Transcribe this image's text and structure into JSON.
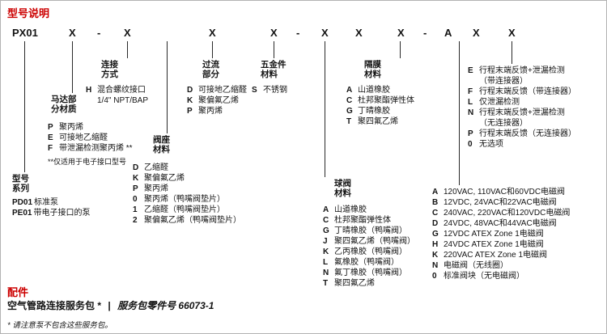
{
  "title": "型号说明",
  "colors": {
    "accent": "#cc0000",
    "text": "#141414",
    "line": "#2a2a2a"
  },
  "model_code": {
    "tokens": [
      "PX01",
      "X",
      "-",
      "X",
      "X",
      "X",
      "-",
      "X",
      "X",
      "X",
      "-",
      "A",
      "X",
      "X"
    ]
  },
  "sections": {
    "model_series": {
      "label_lines": [
        "型号",
        "系列"
      ],
      "items": [
        {
          "code": "PD01",
          "text": "标准泵"
        },
        {
          "code": "PE01",
          "text": "带电子接口的泵"
        }
      ]
    },
    "motor_material": {
      "label_lines": [
        "马达部",
        "分材质"
      ],
      "items": [
        {
          "code": "P",
          "text": "聚丙烯"
        },
        {
          "code": "E",
          "text": "可接地乙缩醛"
        },
        {
          "code": "F",
          "text": "带泄漏检测聚丙烯 **"
        }
      ],
      "footnote": "**仅适用于电子接口型号"
    },
    "connection": {
      "label_lines": [
        "连接",
        "方式"
      ],
      "items": [
        {
          "code": "H",
          "text": "混合螺纹接口",
          "text2": "1/4\" NPT/BAP"
        }
      ]
    },
    "wetted": {
      "label_lines": [
        "过流",
        "部分"
      ],
      "items": [
        {
          "code": "D",
          "text": "可接地乙缩醛"
        },
        {
          "code": "K",
          "text": "聚偏氟乙烯"
        },
        {
          "code": "P",
          "text": "聚丙烯"
        }
      ]
    },
    "hardware": {
      "label_lines": [
        "五金件",
        "材料"
      ],
      "items": [
        {
          "code": "S",
          "text": "不锈钢"
        }
      ]
    },
    "seat": {
      "label_lines": [
        "阀座",
        "材料"
      ],
      "items": [
        {
          "code": "D",
          "text": "乙缩醛"
        },
        {
          "code": "K",
          "text": "聚偏氟乙烯"
        },
        {
          "code": "P",
          "text": "聚丙烯"
        },
        {
          "code": "0",
          "text": "聚丙烯（鸭嘴阀垫片）"
        },
        {
          "code": "1",
          "text": "乙缩醛（鸭嘴阀垫片）"
        },
        {
          "code": "2",
          "text": "聚偏氟乙烯（鸭嘴阀垫片）"
        }
      ]
    },
    "diaphragm": {
      "label_lines": [
        "隔膜",
        "材料"
      ],
      "items": [
        {
          "code": "A",
          "text": "山道橡胶"
        },
        {
          "code": "C",
          "text": "杜邦聚酯弹性体"
        },
        {
          "code": "G",
          "text": "丁晴橡胶"
        },
        {
          "code": "T",
          "text": "聚四氟乙烯"
        }
      ]
    },
    "ball": {
      "label_lines": [
        "球阀",
        "材料"
      ],
      "items": [
        {
          "code": "A",
          "text": "山道橡胶"
        },
        {
          "code": "C",
          "text": "杜邦聚酯弹性体"
        },
        {
          "code": "G",
          "text": "丁晴橡胶（鸭嘴阀）"
        },
        {
          "code": "J",
          "text": "聚四氟乙烯（鸭嘴阀）"
        },
        {
          "code": "K",
          "text": "乙丙橡胶（鸭嘴阀）"
        },
        {
          "code": "L",
          "text": "氟橡胶（鸭嘴阀）"
        },
        {
          "code": "N",
          "text": "氟丁橡胶（鸭嘴阀）"
        },
        {
          "code": "T",
          "text": "聚四氟乙烯"
        }
      ]
    },
    "electronic_option": {
      "items": [
        {
          "code": "E",
          "text": "行程末端反馈+泄漏检测",
          "text2": "（带连接器）"
        },
        {
          "code": "F",
          "text": "行程末端反馈（带连接器）"
        },
        {
          "code": "L",
          "text": "仅泄漏检测"
        },
        {
          "code": "N",
          "text": "行程末端反馈+泄漏检测",
          "text2": "（无连接器）"
        },
        {
          "code": "P",
          "text": "行程末端反馈（无连接器）"
        },
        {
          "code": "0",
          "text": "无选项"
        }
      ]
    },
    "solenoid": {
      "items": [
        {
          "code": "A",
          "text": "120VAC, 110VAC和60VDC电磁阀"
        },
        {
          "code": "B",
          "text": "12VDC, 24VAC和22VAC电磁阀"
        },
        {
          "code": "C",
          "text": "240VAC, 220VAC和120VDC电磁阀"
        },
        {
          "code": "D",
          "text": "24VDC, 48VAC和44VAC电磁阀"
        },
        {
          "code": "G",
          "text": "12VDC ATEX Zone 1电磁阀"
        },
        {
          "code": "H",
          "text": "24VDC ATEX Zone 1电磁阀"
        },
        {
          "code": "K",
          "text": "220VAC ATEX Zone 1电磁阀"
        },
        {
          "code": "N",
          "text": "电磁阀（无线圈）"
        },
        {
          "code": "0",
          "text": "标准阀块（无电磁阀）"
        }
      ]
    }
  },
  "accessories": {
    "heading": "配件",
    "service_pack": "空气管路连接服务包 *",
    "separator": "|",
    "part_number": "服务包零件号 66073-1",
    "footnote": "* 请注意泵不包含这些服务包。"
  }
}
